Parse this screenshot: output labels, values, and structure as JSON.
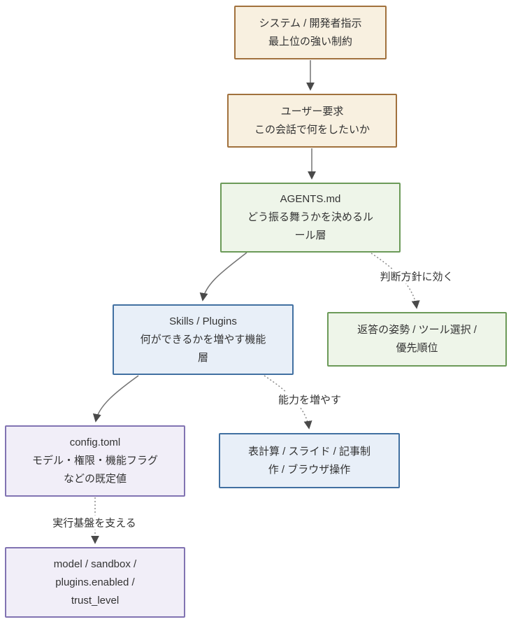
{
  "diagram": {
    "nodes": {
      "system": {
        "lines": [
          "システム / 開発者指示",
          "最上位の強い制約"
        ]
      },
      "user_request": {
        "lines": [
          "ユーザー要求",
          "この会話で何をしたいか"
        ]
      },
      "agents_md": {
        "lines": [
          "AGENTS.md",
          "どう振る舞うかを決めるル",
          "ール層"
        ]
      },
      "skills_plugins": {
        "lines": [
          "Skills / Plugins",
          "何ができるかを増やす機能",
          "層"
        ]
      },
      "response_stance": {
        "lines": [
          "返答の姿勢 / ツール選択 /",
          "優先順位"
        ]
      },
      "config_toml": {
        "lines": [
          "config.toml",
          "モデル・権限・機能フラグ",
          "などの既定値"
        ]
      },
      "capabilities": {
        "lines": [
          "表計算 / スライド / 記事制",
          "作 / ブラウザ操作"
        ]
      },
      "runtime_settings": {
        "lines": [
          "model / sandbox /",
          "plugins.enabled /",
          "trust_level"
        ]
      }
    },
    "edge_labels": {
      "judgment": "判断方針に効く",
      "ability": "能力を増やす",
      "foundation": "実行基盤を支える"
    },
    "palette": {
      "tan_border": "#a1713d",
      "tan_fill": "#f8f0e0",
      "green_border": "#6b9a58",
      "green_fill": "#eef5e9",
      "blue_border": "#4170a1",
      "blue_fill": "#e8eff8",
      "purple_border": "#8173b2",
      "purple_fill": "#f1eef8",
      "edge_stroke": "#737373",
      "arrowhead": "#4a4a4a",
      "text": "#333333"
    }
  }
}
